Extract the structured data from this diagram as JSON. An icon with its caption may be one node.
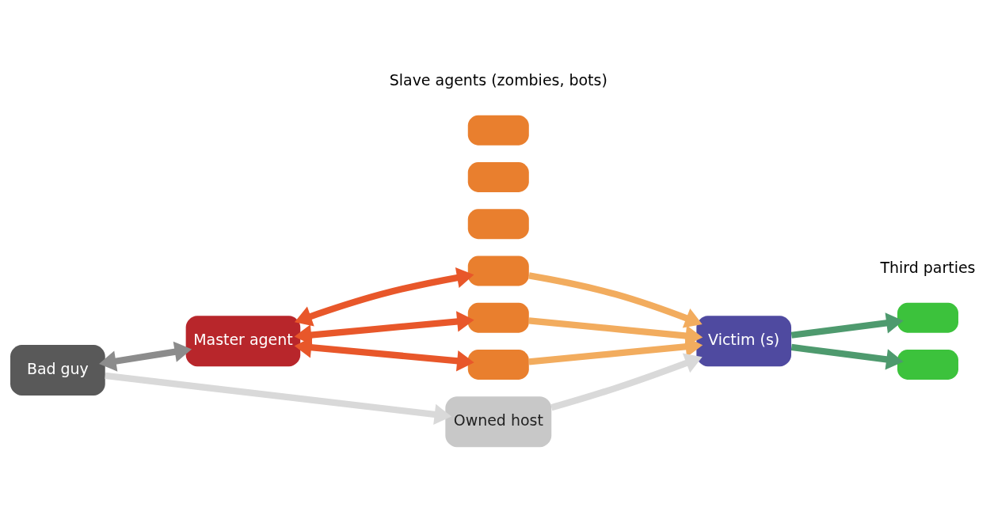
{
  "diagram": {
    "nodes": [
      {
        "text": [
          "Bad guy"
        ]
      },
      {
        "text": [
          "Master agent"
        ]
      },
      {
        "text": [],
        "shape": "box"
      },
      {
        "text": [],
        "shape": "box"
      },
      {
        "text": [],
        "shape": "box"
      },
      {
        "text": [],
        "shape": "box"
      },
      {
        "text": [],
        "shape": "box"
      },
      {
        "text": [],
        "shape": "box"
      },
      {
        "text": [
          "Victim (s)"
        ]
      },
      {
        "text": [
          "Owned host"
        ]
      },
      {
        "text": [],
        "shape": "box"
      },
      {
        "text": [],
        "shape": "box"
      }
    ],
    "edges": [
      {
        "from": 0,
        "to": 1,
        "arrow": "both",
        "color": "#8c8c8c"
      },
      {
        "from": 1,
        "to": 2,
        "arrow": "both",
        "color": "#e8572a"
      },
      {
        "from": 1,
        "to": 4,
        "arrow": "both",
        "color": "#e8572a"
      },
      {
        "from": 1,
        "to": 7,
        "arrow": "both",
        "color": "#e8572a"
      },
      {
        "from": 2,
        "to": 8,
        "arrow": "to",
        "color": "#f2ac5e"
      },
      {
        "from": 4,
        "to": 8,
        "arrow": "to",
        "color": "#f2ac5e"
      },
      {
        "from": 7,
        "to": 8,
        "arrow": "to",
        "color": "#f2ac5e"
      },
      {
        "from": 0,
        "to": 9,
        "arrow": "to",
        "color": "#d9d9d9"
      },
      {
        "from": 9,
        "to": 8,
        "arrow": "to",
        "color": "#d9d9d9"
      },
      {
        "from": 8,
        "to": 10,
        "arrow": "to",
        "color": "#4e9a6e"
      },
      {
        "from": 8,
        "to": 11,
        "arrow": "to",
        "color": "#4e9a6e"
      }
    ],
    "labels": [
      "Slave agents (zombies, bots)",
      "Third parties"
    ]
  }
}
